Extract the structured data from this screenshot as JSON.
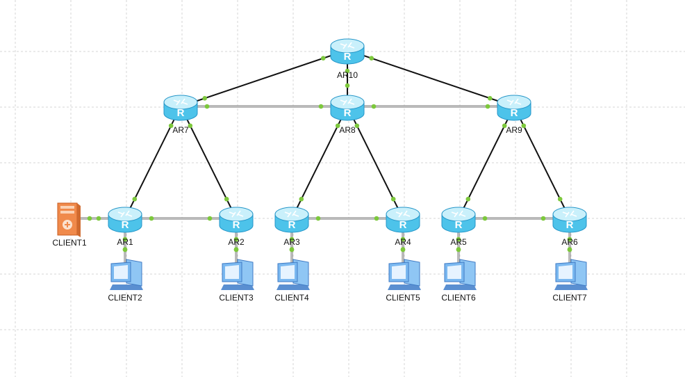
{
  "colors": {
    "grid": "#d6d6d6",
    "link": "#111111",
    "ether": "#8c8c8c",
    "port": "#7dc83c",
    "router_top": "#c9f0fb",
    "router_body": "#4dc3ea",
    "router_dark": "#2596c8",
    "server": "#f08a4b",
    "pc": "#7ab8f0"
  },
  "devices": {
    "ar10": {
      "label": "AR10",
      "type": "router"
    },
    "ar7": {
      "label": "AR7",
      "type": "router"
    },
    "ar8": {
      "label": "AR8",
      "type": "router"
    },
    "ar9": {
      "label": "AR9",
      "type": "router"
    },
    "ar1": {
      "label": "AR1",
      "type": "router"
    },
    "ar2": {
      "label": "AR2",
      "type": "router"
    },
    "ar3": {
      "label": "AR3",
      "type": "router"
    },
    "ar4": {
      "label": "AR4",
      "type": "router"
    },
    "ar5": {
      "label": "AR5",
      "type": "router"
    },
    "ar6": {
      "label": "AR6",
      "type": "router"
    },
    "client1": {
      "label": "CLIENT1",
      "type": "server"
    },
    "client2": {
      "label": "CLIENT2",
      "type": "pc"
    },
    "client3": {
      "label": "CLIENT3",
      "type": "pc"
    },
    "client4": {
      "label": "CLIENT4",
      "type": "pc"
    },
    "client5": {
      "label": "CLIENT5",
      "type": "pc"
    },
    "client6": {
      "label": "CLIENT6",
      "type": "pc"
    },
    "client7": {
      "label": "CLIENT7",
      "type": "pc"
    }
  },
  "links": [
    {
      "from": "ar10",
      "to": "ar7",
      "kind": "serial"
    },
    {
      "from": "ar10",
      "to": "ar8",
      "kind": "serial"
    },
    {
      "from": "ar10",
      "to": "ar9",
      "kind": "serial"
    },
    {
      "from": "ar7",
      "to": "ar8",
      "kind": "ethernet"
    },
    {
      "from": "ar8",
      "to": "ar9",
      "kind": "ethernet"
    },
    {
      "from": "ar7",
      "to": "ar1",
      "kind": "serial"
    },
    {
      "from": "ar7",
      "to": "ar2",
      "kind": "serial"
    },
    {
      "from": "ar8",
      "to": "ar3",
      "kind": "serial"
    },
    {
      "from": "ar8",
      "to": "ar4",
      "kind": "serial"
    },
    {
      "from": "ar9",
      "to": "ar5",
      "kind": "serial"
    },
    {
      "from": "ar9",
      "to": "ar6",
      "kind": "serial"
    },
    {
      "from": "ar1",
      "to": "ar2",
      "kind": "ethernet"
    },
    {
      "from": "ar3",
      "to": "ar4",
      "kind": "ethernet"
    },
    {
      "from": "ar5",
      "to": "ar6",
      "kind": "ethernet"
    },
    {
      "from": "client1",
      "to": "ar1",
      "kind": "ethernet"
    },
    {
      "from": "ar1",
      "to": "client2",
      "kind": "ethernet"
    },
    {
      "from": "ar2",
      "to": "client3",
      "kind": "ethernet"
    },
    {
      "from": "ar3",
      "to": "client4",
      "kind": "ethernet"
    },
    {
      "from": "ar4",
      "to": "client5",
      "kind": "ethernet"
    },
    {
      "from": "ar5",
      "to": "client6",
      "kind": "ethernet"
    },
    {
      "from": "ar6",
      "to": "client7",
      "kind": "ethernet"
    }
  ]
}
